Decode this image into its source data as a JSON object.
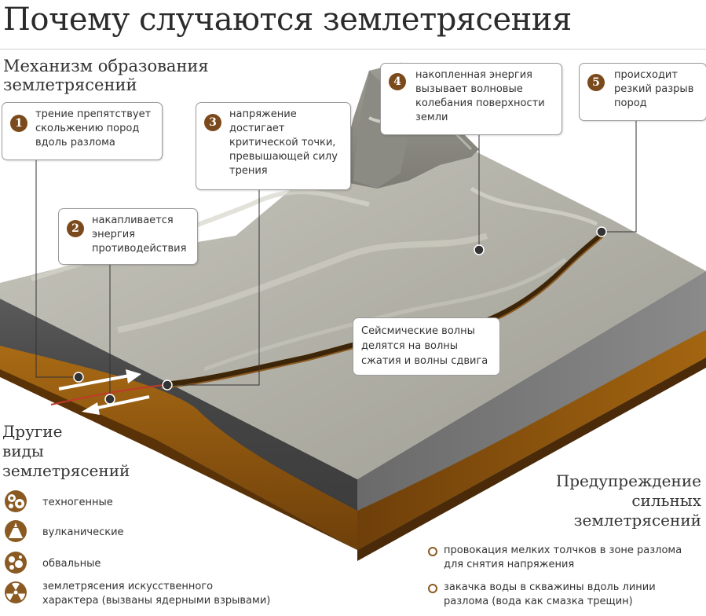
{
  "title": "Почему случаются землетрясения",
  "mechanism": {
    "heading_line1": "Механизм образования",
    "heading_line2": "землетрясений",
    "steps": [
      {
        "num": "1",
        "lines": [
          "трение препятствует",
          "скольжению пород",
          "вдоль разлома"
        ]
      },
      {
        "num": "2",
        "lines": [
          "накапливается",
          "энергия",
          "противодействия"
        ]
      },
      {
        "num": "3",
        "lines": [
          "напряжение",
          "достигает",
          "критической точки,",
          "превышающей силу",
          "трения"
        ]
      },
      {
        "num": "4",
        "lines": [
          "накопленная энергия",
          "вызывает волновые",
          "колебания поверхности",
          "земли"
        ]
      },
      {
        "num": "5",
        "lines": [
          "происходит",
          "резкий разрыв",
          "пород"
        ]
      }
    ],
    "waves_note": [
      "Сейсмические волны",
      "делятся на волны",
      "сжатия и волны сдвига"
    ]
  },
  "other_types": {
    "heading": [
      "Другие",
      "виды",
      "землетрясений"
    ],
    "items": [
      {
        "icon": "gears-icon",
        "label": "техногенные"
      },
      {
        "icon": "volcano-icon",
        "label": "вулканические"
      },
      {
        "icon": "rocks-icon",
        "label": "обвальные"
      },
      {
        "icon": "radiation-icon",
        "label_lines": [
          "землетрясения искусственного",
          "характера (вызваны ядерными взрывами)"
        ]
      }
    ]
  },
  "warning": {
    "heading": [
      "Предупреждение",
      "сильных",
      "землетрясений"
    ],
    "items": [
      {
        "lines": [
          "провокация мелких толчков в зоне разлома",
          "для снятия напряжения"
        ]
      },
      {
        "lines": [
          "закачка воды в скважины вдоль линии",
          "разлома (вода как смазка трещин)"
        ]
      }
    ]
  },
  "colors": {
    "accent_brown": "#7a4a1c",
    "terrain_grey": "#b4b3a8",
    "rock_dark": "#4a4a4a",
    "sediment_orange": "#9a5a10",
    "fault_red": "#c0392b"
  }
}
